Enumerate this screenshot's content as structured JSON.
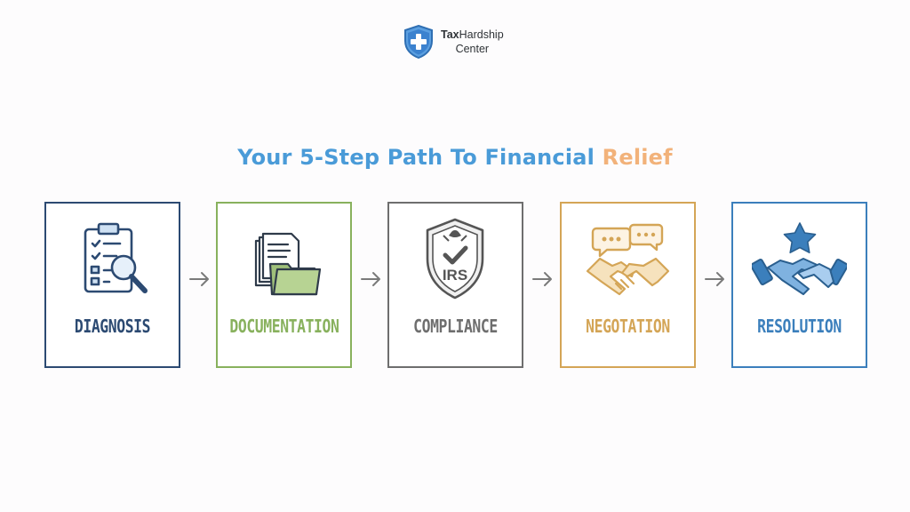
{
  "brand": {
    "name_bold": "Tax",
    "name_rest": "Hardship",
    "name_line2": "Center",
    "shield_icon": "medical-cross-shield-icon",
    "color": "#4a90d9"
  },
  "headline": {
    "main": "Your 5-Step Path To Financial ",
    "accent": "Relief",
    "main_color": "#4a9bd8",
    "accent_color": "#f2b27a"
  },
  "steps": [
    {
      "label": "DIAGNOSIS",
      "icon": "clipboard-magnifier-icon",
      "color": "#2c4a72"
    },
    {
      "label": "DOCUMENTATION",
      "icon": "folder-documents-icon",
      "color": "#88b15d"
    },
    {
      "label": "COMPLIANCE",
      "icon": "irs-shield-icon",
      "color": "#6e6e6e"
    },
    {
      "label": "NEGOTATION",
      "icon": "handshake-speech-bubbles-icon",
      "color": "#d4a556"
    },
    {
      "label": "RESOLUTION",
      "icon": "handshake-star-icon",
      "color": "#3b7fbc"
    }
  ],
  "arrow_icon": "arrow-right-icon",
  "arrow_color": "#7a7a7a"
}
